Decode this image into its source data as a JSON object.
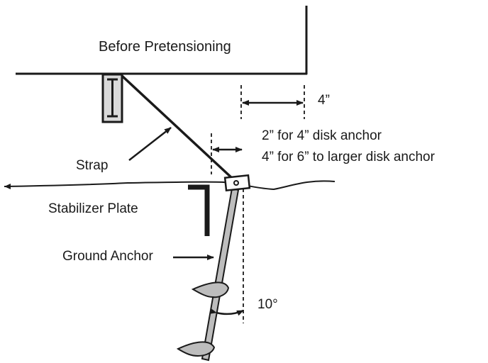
{
  "labels": {
    "title": "Before Pretensioning",
    "offset_dimension": "4”",
    "disk_note_small": "2” for 4” disk anchor",
    "disk_note_large": "4” for 6” to larger disk anchor",
    "strap": "Strap",
    "stabilizer_plate": "Stabilizer Plate",
    "ground_anchor": "Ground Anchor",
    "anchor_angle": "10°"
  },
  "colors": {
    "line": "#1a1a1a",
    "beam_fill": "#d9d9d9",
    "anchor_fill": "#bdbdbd"
  }
}
